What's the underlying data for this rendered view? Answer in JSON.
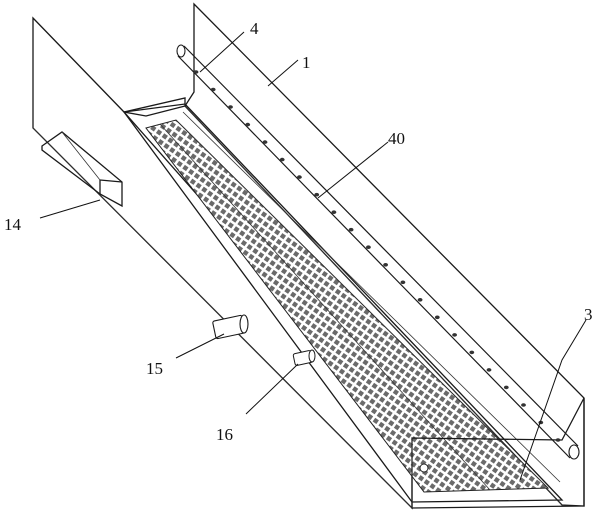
{
  "figure": {
    "labels": {
      "l1": "1",
      "l3": "3",
      "l4": "4",
      "l14": "14",
      "l15": "15",
      "l16": "16",
      "l40": "40"
    }
  },
  "colors": {
    "line": "#1a1a1a",
    "grate": "#555555",
    "background": "#ffffff"
  }
}
